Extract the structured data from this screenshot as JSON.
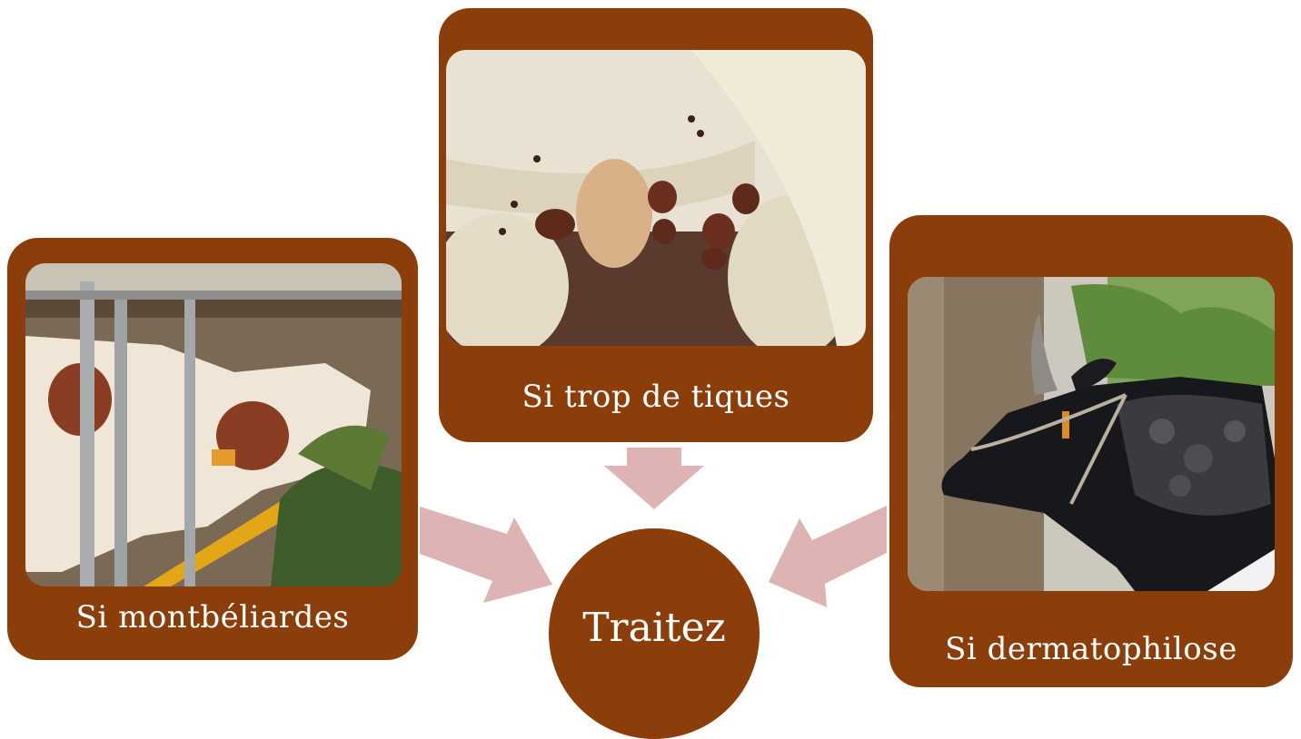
{
  "diagram": {
    "center": {
      "label": "Traitez"
    },
    "cards": [
      {
        "id": "left",
        "caption": "Si montbéliardes",
        "image": "cows-in-stalls-photo"
      },
      {
        "id": "top",
        "caption": "Si trop de tiques",
        "image": "ticks-on-udder-photo"
      },
      {
        "id": "right",
        "caption": "Si dermatophilose",
        "image": "black-cow-skin-lesions-photo"
      }
    ],
    "colors": {
      "card": "#8b3d0a",
      "arrow": "#deb3b3",
      "text": "#ffffff"
    }
  }
}
